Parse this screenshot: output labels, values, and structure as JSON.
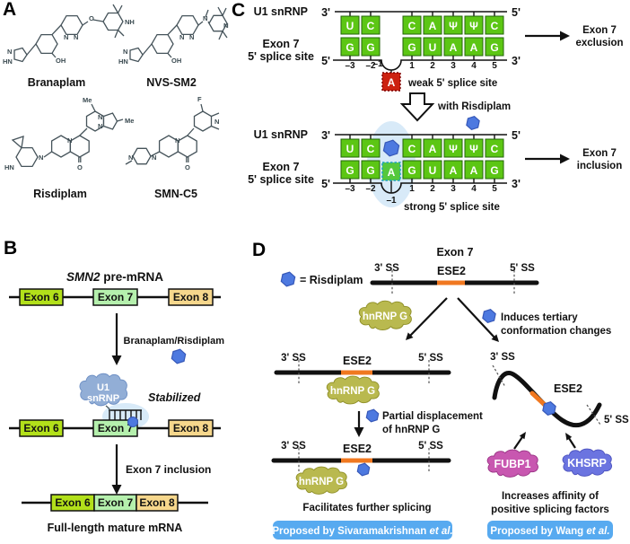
{
  "figure": {
    "panel_a_label": "A",
    "panel_b_label": "B",
    "panel_c_label": "C",
    "panel_d_label": "D"
  },
  "colors": {
    "nucleotide_green": "#5cc614",
    "bulged_red": "#cc2211",
    "risdiplam_hexagon_blue": "#4d79e0",
    "halo_blue": "#d8eaf8",
    "exon6_green": "#b2e01a",
    "exon7_pale_green": "#b5f0ad",
    "exon8_tan": "#f6d78c",
    "u1_cloud_blue": "#92aed6",
    "hnrnpg_olive": "#b9b94f",
    "fubp1_magenta": "#c857b0",
    "khsrp_violet": "#6b74e0",
    "ese2_orange": "#f07820",
    "badge_blue": "#57aaf0"
  },
  "panel_a": {
    "compounds": [
      {
        "name": "Branaplam",
        "atoms": [
          "N",
          "HN",
          "OH",
          "N",
          "N",
          "O",
          "NH"
        ]
      },
      {
        "name": "NVS-SM2",
        "atoms": [
          "N",
          "HN",
          "OH",
          "N",
          "N",
          "N",
          "NH"
        ]
      },
      {
        "name": "Risdiplam",
        "atoms": [
          "HN",
          "N",
          "N",
          "O",
          "N",
          "N",
          "Me",
          "Me"
        ]
      },
      {
        "name": "SMN-C5",
        "atoms": [
          "N",
          "N",
          "N",
          "O",
          "F",
          "N"
        ]
      }
    ]
  },
  "panel_b": {
    "title_italic": "SMN2",
    "title_rest": " pre-mRNA",
    "exon6": "Exon 6",
    "exon7": "Exon 7",
    "exon8": "Exon 8",
    "step1": "Branaplam/Risdiplam",
    "u1_line1": "U1",
    "u1_line2": "snRNP",
    "stabilized": "Stabilized",
    "step2": "Exon 7 inclusion",
    "mature_label": "Full-length mature mRNA"
  },
  "panel_c": {
    "u1_label": "U1 snRNP",
    "exon_label1": "Exon 7",
    "exon_label2": "5' splice site",
    "five_prime": "5'",
    "three_prime": "3'",
    "transition": "with Risdiplam",
    "top": {
      "row_top": [
        "U",
        "C",
        "C",
        "A",
        "Ψ",
        "Ψ",
        "C"
      ],
      "row_bottom": [
        "G",
        "G",
        "G",
        "U",
        "A",
        "A",
        "G"
      ],
      "bulged": "A",
      "positions": [
        "–3",
        "–2",
        "–1",
        "1",
        "2",
        "3",
        "4",
        "5"
      ],
      "caption": "weak 5' splice site",
      "outcome1": "Exon 7",
      "outcome2": "exclusion"
    },
    "bottom": {
      "row_top": [
        "U",
        "C",
        "C",
        "A",
        "Ψ",
        "Ψ",
        "C"
      ],
      "row_bottom": [
        "G",
        "G",
        "G",
        "U",
        "A",
        "A",
        "G"
      ],
      "paired": "A",
      "positions": [
        "–3",
        "–2",
        "–1",
        "1",
        "2",
        "3",
        "4",
        "5"
      ],
      "caption": "strong 5' splice site",
      "outcome1": "Exon 7",
      "outcome2": "inclusion"
    }
  },
  "panel_d": {
    "legend": "= Risdiplam",
    "exon7_title": "Exon 7",
    "ss3": "3' SS",
    "ss5": "5' SS",
    "ese2": "ESE2",
    "hnrnpg": "hnRNP G",
    "induces1": "Induces tertiary",
    "induces2": "conformation changes",
    "partial1": "Partial displacement",
    "partial2": "of hnRNP G",
    "facilitates": "Facilitates further splicing",
    "fubp1": "FUBP1",
    "khsrp": "KHSRP",
    "increases1": "Increases affinity of",
    "increases2": "positive splicing factors",
    "badge_left": {
      "text": "Proposed by Sivaramakrishnan ",
      "etal": "et al."
    },
    "badge_right": {
      "text": "Proposed by Wang ",
      "etal": "et al."
    }
  }
}
